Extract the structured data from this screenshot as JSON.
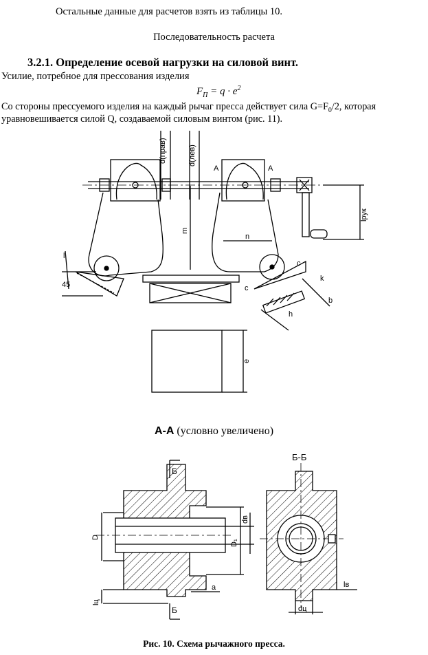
{
  "intro_line": "Остальные данные для расчетов взять из таблицы 10.",
  "sequence_title": "Последовательность расчета",
  "heading": "3.2.1. Определение осевой нагрузки на силовой винт.",
  "force_text": "Усилие, потребное для прессования изделия",
  "formula": {
    "lhs": "F",
    "lhs_sub": "П",
    "rhs": " = q · e",
    "rhs_sup": "2"
  },
  "para_line1": "Со стороны прессуемого изделия на каждый рычаг пресса действует сила G=F",
  "para_sub": "0",
  "para_line1_end": "/2, которая",
  "para_line2": "уравновешивается силой Q, создаваемой силовым винтом (рис. 11).",
  "diagram_labels": {
    "d_right": "d(прав)",
    "d_left": "d(лев)",
    "section_a1": "A",
    "section_a2": "A",
    "l_handle": "lрук",
    "m": "m",
    "n": "n",
    "l": "l",
    "angle": "45",
    "c1": "c",
    "c2": "c",
    "k": "k",
    "h": "h",
    "b": "b",
    "e": "e"
  },
  "section_label_bold": "A-A",
  "section_label_rest": " (условно увеличено)",
  "bottom_labels": {
    "bb": "Б-Б",
    "b_top": "Б",
    "b_bottom": "Б",
    "D": "D",
    "D1": "D₁",
    "dv": "dв",
    "a": "a",
    "lc": "lц",
    "dc": "dц",
    "lv": "lв"
  },
  "caption": "Рис. 10. Схема рычажного пресса."
}
